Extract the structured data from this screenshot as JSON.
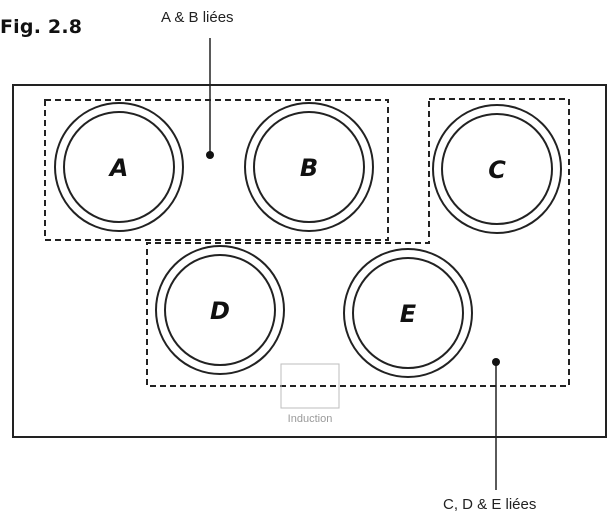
{
  "figure": {
    "label": "Fig. 2.8"
  },
  "callouts": {
    "ab_linked": "A & B liées",
    "cde_linked": "C, D & E liées"
  },
  "burners": [
    {
      "id": "A",
      "label": "A"
    },
    {
      "id": "B",
      "label": "B"
    },
    {
      "id": "C",
      "label": "C"
    },
    {
      "id": "D",
      "label": "D"
    },
    {
      "id": "E",
      "label": "E"
    }
  ],
  "logo": {
    "text": "Induction"
  },
  "zones": [
    {
      "name": "zone-ab",
      "burners": [
        "A",
        "B"
      ]
    },
    {
      "name": "zone-cde",
      "burners": [
        "C",
        "D",
        "E"
      ]
    }
  ]
}
